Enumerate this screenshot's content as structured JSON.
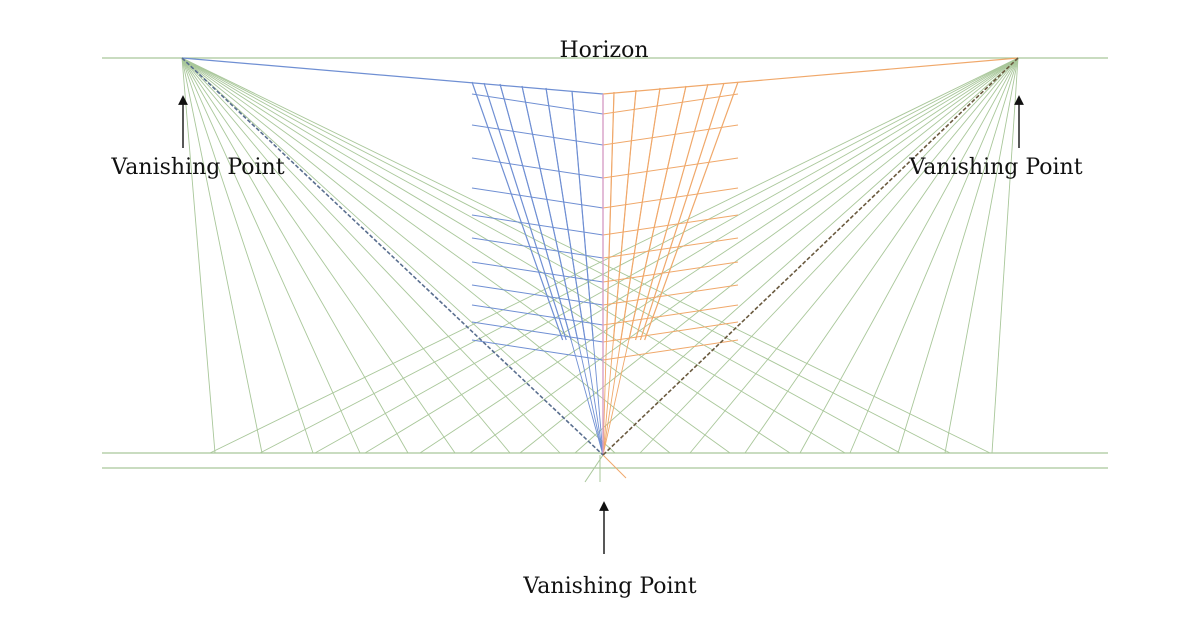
{
  "labels": {
    "horizon": "Horizon",
    "vp_left": "Vanishing Point",
    "vp_right": "Vanishing Point",
    "vp_bottom": "Vanishing Point"
  },
  "colors": {
    "background": "#ffffff",
    "guide_green": "#a9c79a",
    "left_wall_blue": "#6f8fd3",
    "right_wall_orange": "#f0a86a",
    "center_edge_pink": "#d7a0c8",
    "arrow": "#111111",
    "text": "#111111"
  }
}
